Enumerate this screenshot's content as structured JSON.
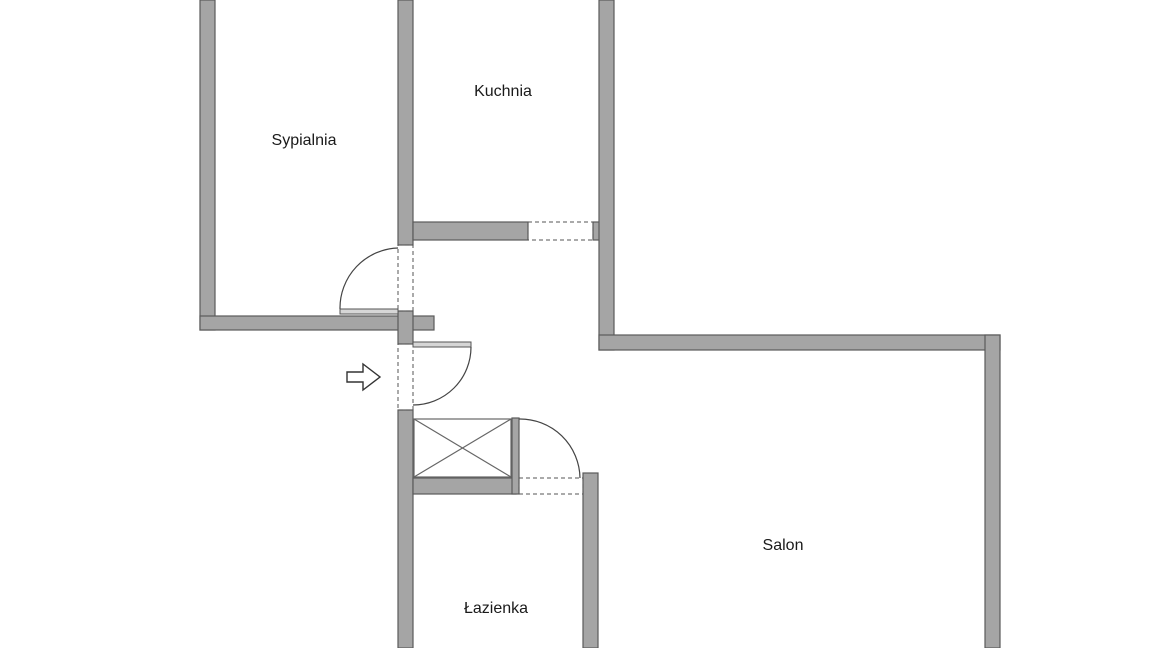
{
  "rooms": {
    "bedroom": "Sypialnia",
    "kitchen": "Kuchnia",
    "living_room": "Salon",
    "bathroom": "Łazienka"
  },
  "colors": {
    "wall": "#a5a5a5",
    "wall_outline": "#5a5a5a",
    "background": "#ffffff"
  },
  "icons": {
    "entrance": "entrance-arrow-icon"
  }
}
